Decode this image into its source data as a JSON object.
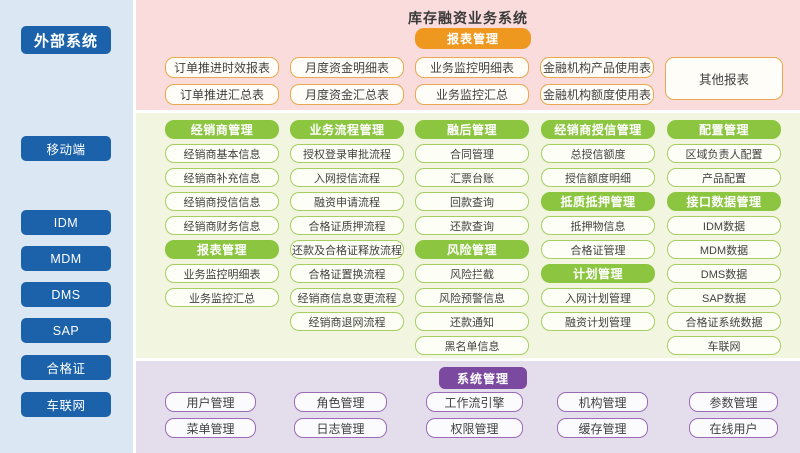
{
  "title": "库存融资业务系统",
  "sidebar": {
    "header": "外部系统",
    "items": [
      "移动端",
      "IDM",
      "MDM",
      "DMS",
      "SAP",
      "合格证",
      "车联网"
    ]
  },
  "report_section": {
    "header": "报表管理",
    "columns": [
      {
        "rows": [
          "订单推进时效报表",
          "订单推进汇总表"
        ]
      },
      {
        "rows": [
          "月度资金明细表",
          "月度资金汇总表"
        ]
      },
      {
        "rows": [
          "业务监控明细表",
          "业务监控汇总"
        ]
      },
      {
        "rows": [
          "金融机构产品使用表",
          "金融机构额度使用表"
        ]
      }
    ],
    "other_box": "其他报表"
  },
  "module_section": {
    "columns": [
      {
        "cells": [
          {
            "type": "header",
            "label": "经销商管理"
          },
          {
            "type": "item",
            "label": "经销商基本信息"
          },
          {
            "type": "item",
            "label": "经销商补充信息"
          },
          {
            "type": "item",
            "label": "经销商授信信息"
          },
          {
            "type": "item",
            "label": "经销商财务信息"
          },
          {
            "type": "header",
            "label": "报表管理"
          },
          {
            "type": "item",
            "label": "业务监控明细表"
          },
          {
            "type": "item",
            "label": "业务监控汇总"
          }
        ]
      },
      {
        "cells": [
          {
            "type": "header",
            "label": "业务流程管理"
          },
          {
            "type": "item",
            "label": "授权登录审批流程"
          },
          {
            "type": "item",
            "label": "入网授信流程"
          },
          {
            "type": "item",
            "label": "融资申请流程"
          },
          {
            "type": "item",
            "label": "合格证质押流程"
          },
          {
            "type": "item",
            "label": "还款及合格证释放流程"
          },
          {
            "type": "item",
            "label": "合格证置换流程"
          },
          {
            "type": "item",
            "label": "经销商信息变更流程"
          },
          {
            "type": "item",
            "label": "经销商退网流程"
          }
        ]
      },
      {
        "cells": [
          {
            "type": "header",
            "label": "融后管理"
          },
          {
            "type": "item",
            "label": "合同管理"
          },
          {
            "type": "item",
            "label": "汇票台账"
          },
          {
            "type": "item",
            "label": "回款查询"
          },
          {
            "type": "item",
            "label": "还款查询"
          },
          {
            "type": "header",
            "label": "风险管理"
          },
          {
            "type": "item",
            "label": "风险拦截"
          },
          {
            "type": "item",
            "label": "风险预警信息"
          },
          {
            "type": "item",
            "label": "还款通知"
          },
          {
            "type": "item",
            "label": "黑名单信息"
          }
        ]
      },
      {
        "cells": [
          {
            "type": "header",
            "label": "经销商授信管理"
          },
          {
            "type": "item",
            "label": "总授信额度"
          },
          {
            "type": "item",
            "label": "授信额度明细"
          },
          {
            "type": "header",
            "label": "抵质抵押管理"
          },
          {
            "type": "item",
            "label": "抵押物信息"
          },
          {
            "type": "item",
            "label": "合格证管理"
          },
          {
            "type": "header",
            "label": "计划管理"
          },
          {
            "type": "item",
            "label": "入网计划管理"
          },
          {
            "type": "item",
            "label": "融资计划管理"
          }
        ]
      },
      {
        "cells": [
          {
            "type": "header",
            "label": "配置管理"
          },
          {
            "type": "item",
            "label": "区域负责人配置"
          },
          {
            "type": "item",
            "label": "产品配置"
          },
          {
            "type": "header",
            "label": "接口数据管理"
          },
          {
            "type": "item",
            "label": "IDM数据"
          },
          {
            "type": "item",
            "label": "MDM数据"
          },
          {
            "type": "item",
            "label": "DMS数据"
          },
          {
            "type": "item",
            "label": "SAP数据"
          },
          {
            "type": "item",
            "label": "合格证系统数据"
          },
          {
            "type": "item",
            "label": "车联网"
          }
        ]
      }
    ]
  },
  "system_section": {
    "header": "系统管理",
    "columns": [
      {
        "rows": [
          "用户管理",
          "菜单管理"
        ]
      },
      {
        "rows": [
          "角色管理",
          "日志管理"
        ]
      },
      {
        "rows": [
          "工作流引擎",
          "权限管理"
        ]
      },
      {
        "rows": [
          "机构管理",
          "缓存管理"
        ]
      },
      {
        "rows": [
          "参数管理",
          "在线用户"
        ]
      }
    ]
  },
  "colors": {
    "sidebar_bg": "#dbe8f3",
    "sidebar_button": "#1b62ab",
    "report_bg": "#fadcdc",
    "report_accent": "#ef9820",
    "report_border": "#eaa84e",
    "module_bg": "#f2f5e0",
    "module_accent": "#8cc540",
    "module_border": "#a6cf62",
    "system_bg": "#e4ddec",
    "system_accent": "#7b4aa0",
    "system_border": "#9a6cb7"
  }
}
